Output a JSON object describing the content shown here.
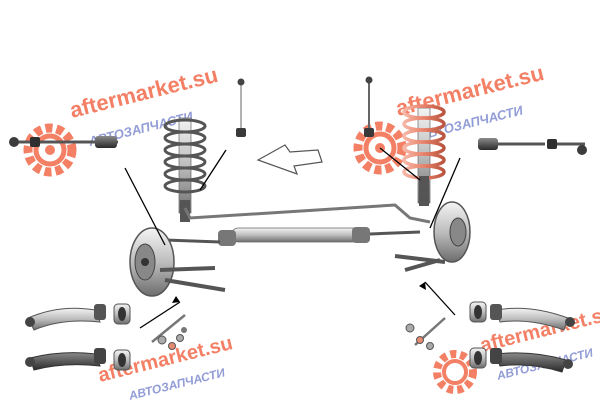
{
  "watermark": {
    "brand": "aftermarket.su",
    "subtitle": "АВТОЗАПЧАСТИ",
    "gear_color": "#f26a4b",
    "text_color": "#f26a4b",
    "subtitle_color": "#7f8bd0"
  },
  "diagram": {
    "subject": "front suspension parts kit",
    "accent_highlight_color": "#f26a4b",
    "parts": [
      {
        "name": "stabilizer-link",
        "count": 2
      },
      {
        "name": "coil-spring-strut",
        "count": 2
      },
      {
        "name": "tie-rod",
        "count": 2
      },
      {
        "name": "tie-rod-end",
        "count": 2
      },
      {
        "name": "control-arm-upper",
        "count": 2
      },
      {
        "name": "control-arm-lower",
        "count": 2
      },
      {
        "name": "bushing",
        "count": 4
      },
      {
        "name": "bolt-kit",
        "count": 2
      }
    ]
  }
}
